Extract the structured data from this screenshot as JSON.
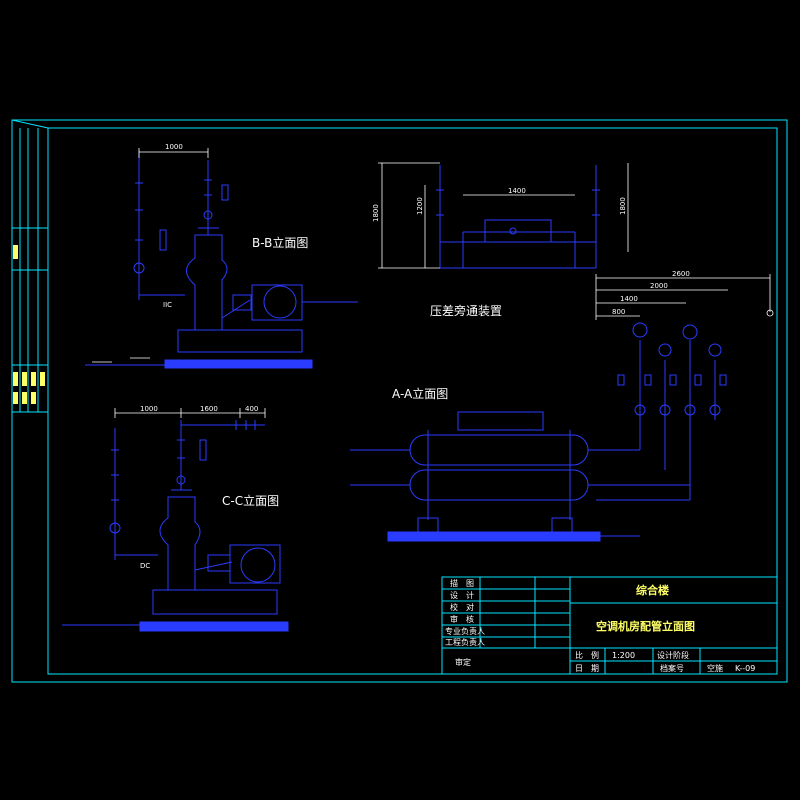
{
  "colors": {
    "background": "#000000",
    "frame": "#00e5ff",
    "geometry": "#2a3cff",
    "text": "#ffffff",
    "highlight": "#ffff66",
    "grid": "#3b3bff"
  },
  "views": {
    "bb_title": "B-B立面图",
    "cc_title": "C-C立面图",
    "aa_title": "A-A立面图",
    "bypass_title": "压差旁通装置"
  },
  "dimensions": {
    "bb_1000": "1000",
    "cc_1000": "1000",
    "cc_1600": "1600",
    "cc_400": "400",
    "bypass_1400": "1400",
    "bypass_1800_left": "1800",
    "bypass_1200_left": "1200",
    "bypass_1800_right": "1800",
    "aa_2600": "2600",
    "aa_2000": "2000",
    "aa_1400": "1400",
    "aa_800": "800"
  },
  "labels": {
    "bb_iic": "IIC",
    "cc_dc": "DC"
  },
  "title_block": {
    "project": "综合楼",
    "drawing_title": "空调机房配管立面图",
    "roles": [
      "描　图",
      "设　计",
      "校　对",
      "审　核",
      "专业负责人",
      "工程负责人"
    ],
    "review_label": "审定",
    "scale_label": "比　例",
    "scale_value": "1:200",
    "date_label": "日　期",
    "stage_label": "设计阶段",
    "file_label": "档案号",
    "discipline": "空施",
    "sheet_no": "K--09"
  }
}
